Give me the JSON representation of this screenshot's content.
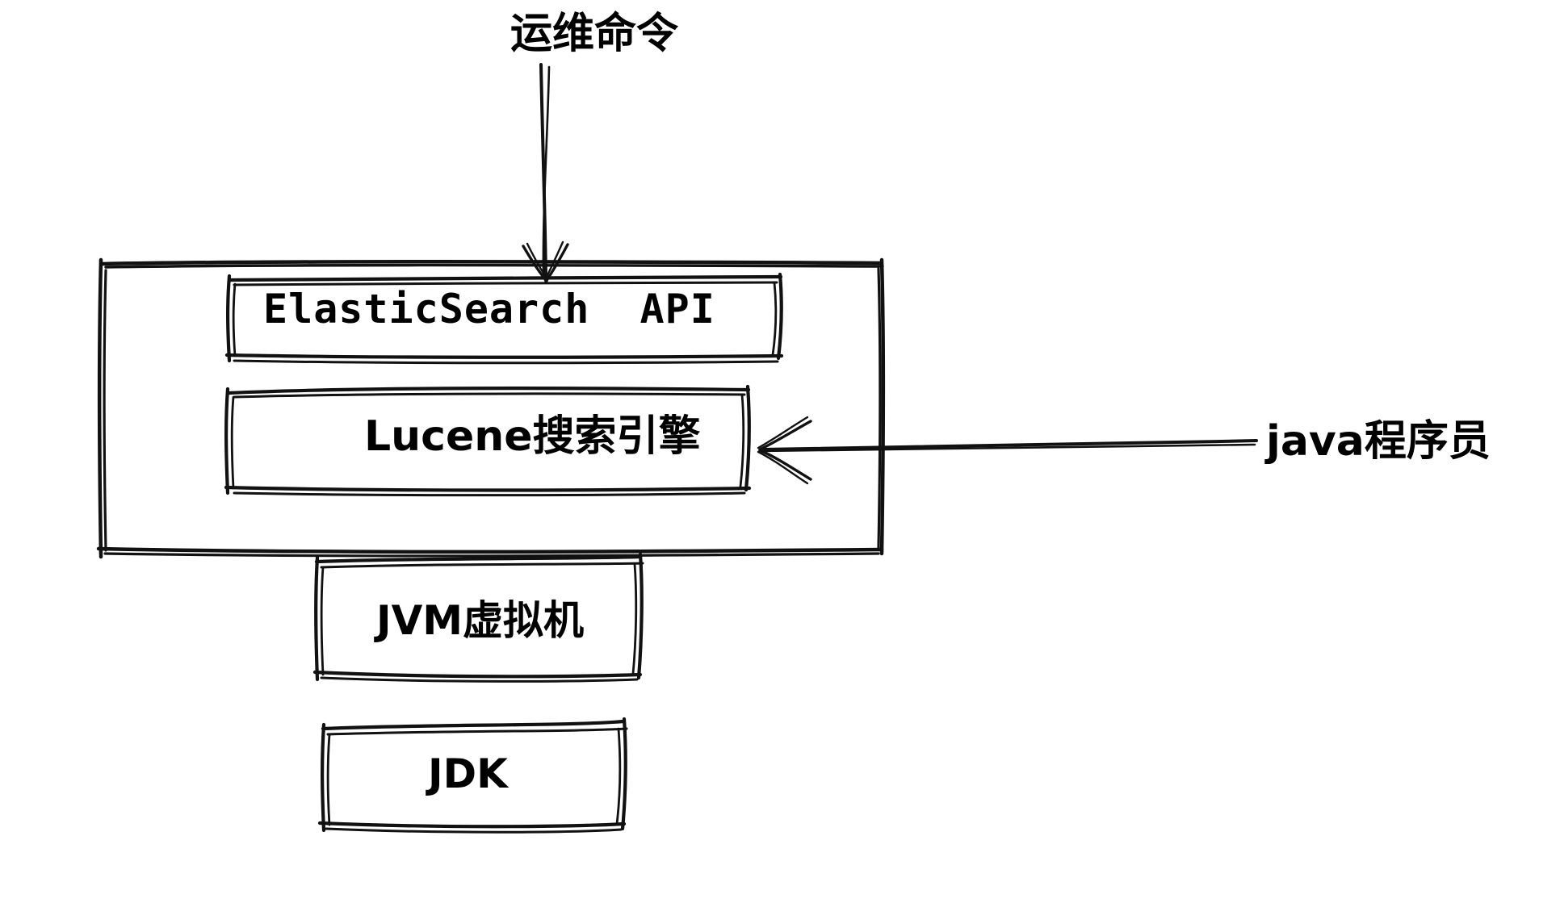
{
  "diagram": {
    "title": "ElasticSearch technology stack hand-drawn diagram",
    "style": "hand-drawn sketch",
    "stroke_color": "#111111",
    "background_color": "#ffffff",
    "annotations": {
      "ops_commands": "运维命令",
      "java_developer": "java程序员"
    },
    "container": {
      "name": "elasticsearch-container"
    },
    "boxes": [
      {
        "id": "elasticsearch-api",
        "label": "ElasticSearch  API"
      },
      {
        "id": "lucene-engine",
        "label": "Lucene搜索引擎"
      },
      {
        "id": "jvm",
        "label": "JVM虚拟机"
      },
      {
        "id": "jdk",
        "label": "JDK"
      }
    ],
    "arrows": [
      {
        "id": "ops-to-es-api",
        "from": "运维命令",
        "to": "ElasticSearch  API",
        "direction": "down"
      },
      {
        "id": "java-dev-to-lucene",
        "from": "java程序员",
        "to": "Lucene搜索引擎",
        "direction": "left"
      }
    ]
  }
}
